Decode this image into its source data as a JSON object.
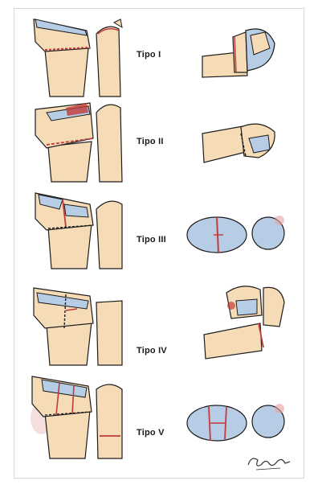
{
  "colors": {
    "bone_fill": "#f6dcb6",
    "bone_shade": "#e9c596",
    "cartilage": "#b7cde6",
    "outline": "#1c1c1c",
    "fracture_red": "#c23a3a",
    "halo": "#e8a0a0"
  },
  "types": [
    {
      "label": "Tipo I"
    },
    {
      "label": "Tipo II"
    },
    {
      "label": "Tipo III"
    },
    {
      "label": "Tipo IV"
    },
    {
      "label": "Tipo V"
    }
  ]
}
